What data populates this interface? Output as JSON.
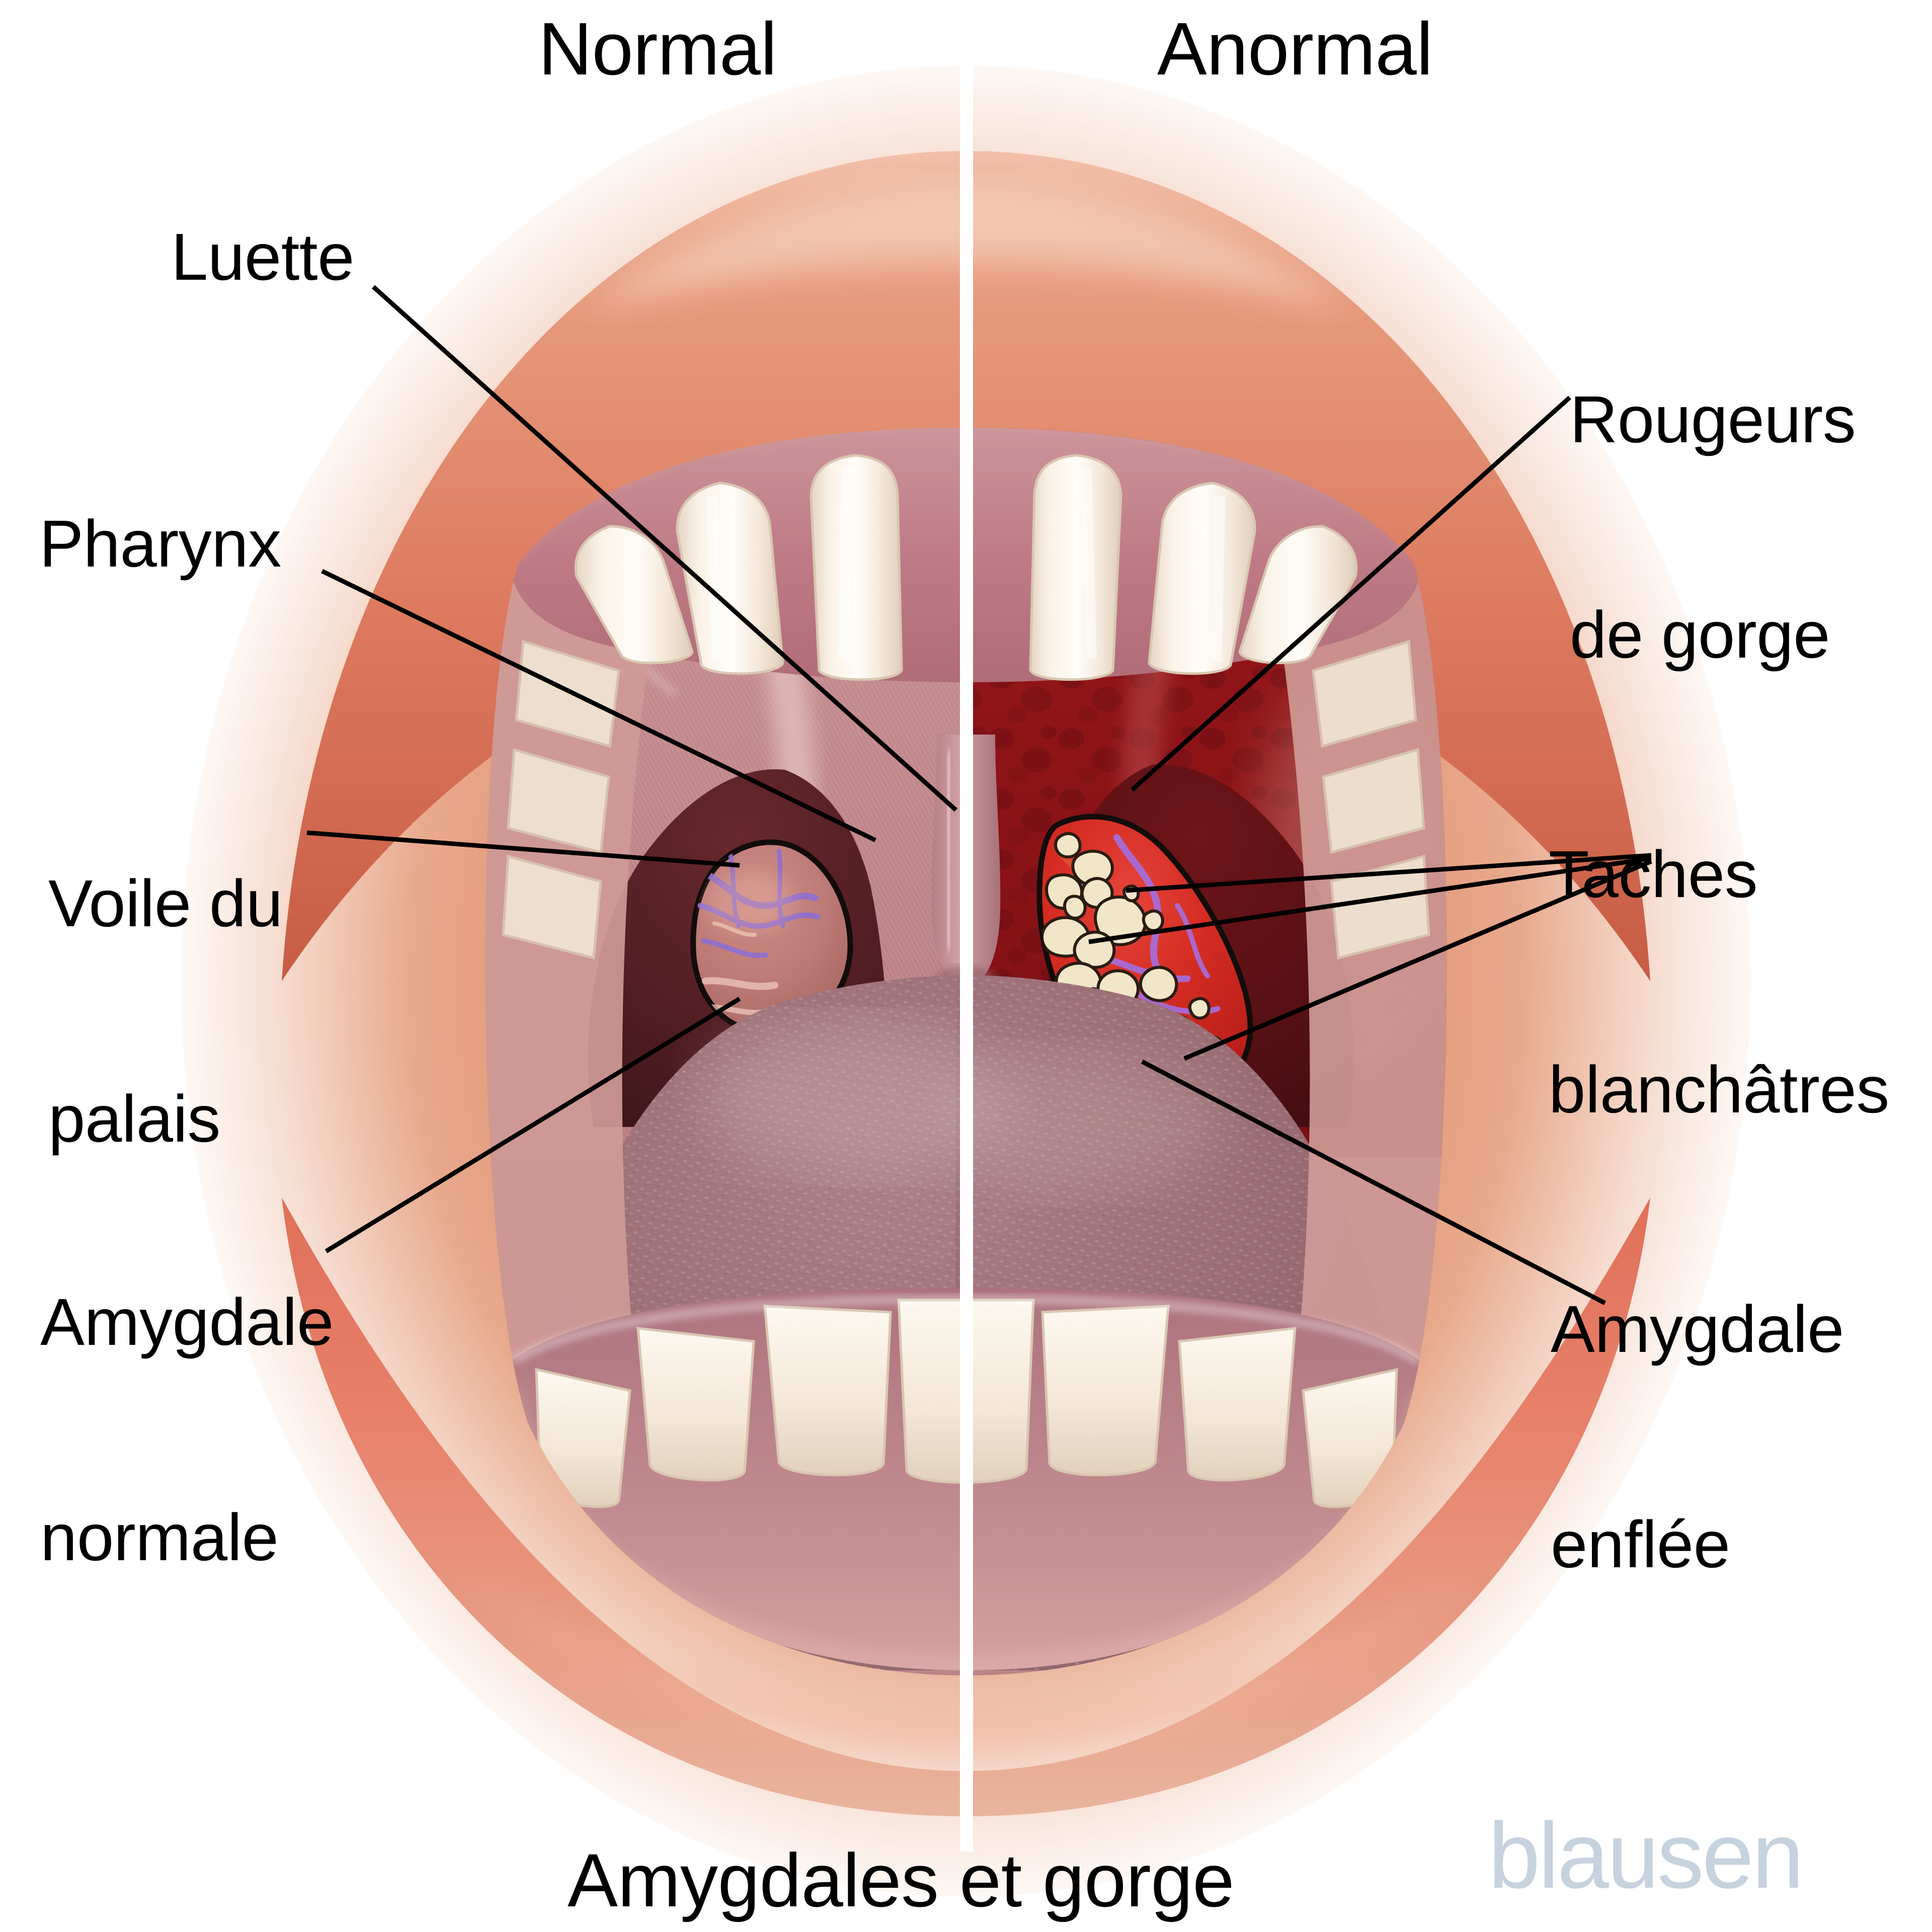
{
  "figure": {
    "title": "Amygdales et gorge",
    "watermark": "blausen",
    "watermark_color": "#c6d2de",
    "label_color": "#000000",
    "background_color": "#ffffff",
    "divider_color": "#ffffff"
  },
  "headers": {
    "left": "Normal",
    "right": "Anormal"
  },
  "labels_left": [
    {
      "id": "luette",
      "text": "Luette"
    },
    {
      "id": "pharynx",
      "text": "Pharynx"
    },
    {
      "id": "voile-du-palais",
      "line1": "Voile du",
      "line2": "palais"
    },
    {
      "id": "amygdale-normale",
      "line1": "Amygdale",
      "line2": "normale"
    }
  ],
  "labels_right": [
    {
      "id": "rougeurs-de-gorge",
      "line1": "Rougeurs",
      "line2": "de gorge"
    },
    {
      "id": "taches-blanchatres",
      "line1": "Taches",
      "line2": "blanchâtres"
    },
    {
      "id": "amygdale-enflee",
      "line1": "Amygdale",
      "line2": "enflée"
    }
  ],
  "anatomy": {
    "lips_color": "#e08b6e",
    "lips_inner_color": "#d9684f",
    "gums_color": "#c48289",
    "teeth_color": "#f4e9dc",
    "tongue_color": "#9c6f74",
    "soft_palate_normal_color": "#c79396",
    "throat_normal_color": "#5d2226",
    "throat_inflamed_color": "#9e1418",
    "tonsil_normal_color": "#bd7a76",
    "tonsil_inflamed_color": "#d62b22",
    "exudate_color": "#f2e6c8",
    "vessel_color": "#8d6fd0"
  }
}
